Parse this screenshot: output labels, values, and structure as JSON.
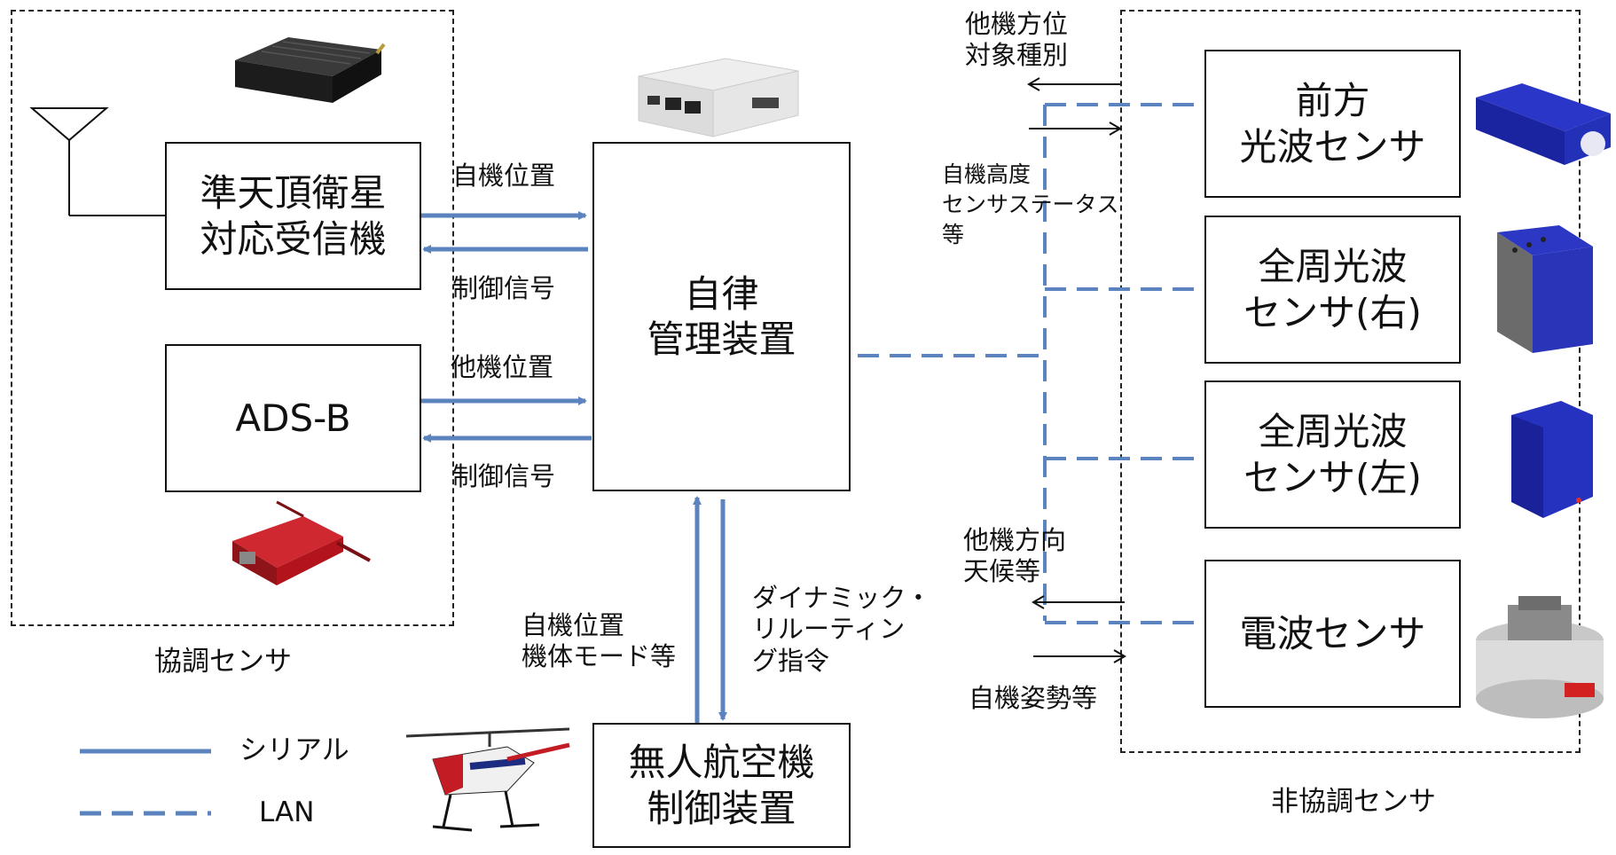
{
  "groups": {
    "cooperative_label": "協調センサ",
    "noncooperative_label": "非協調センサ"
  },
  "boxes": {
    "qzss_receiver": [
      "準天頂衛星",
      "対応受信機"
    ],
    "ads_b": [
      "ADS-B"
    ],
    "autonomous_manager": [
      "自律",
      "管理装置"
    ],
    "uav_controller": [
      "無人航空機",
      "制御装置"
    ],
    "front_optical": [
      "前方",
      "光波センサ"
    ],
    "omni_optical_right": [
      "全周光波",
      "センサ(右)"
    ],
    "omni_optical_left": [
      "全周光波",
      "センサ(左)"
    ],
    "radio_sensor": [
      "電波センサ"
    ]
  },
  "labels": {
    "own_position_1": "自機位置",
    "control_signal_1": "制御信号",
    "other_position": "他機位置",
    "control_signal_2": "制御信号",
    "own_pos_mode": [
      "自機位置",
      "機体モード等"
    ],
    "rerouting": [
      "ダイナミック・",
      "リルーティン",
      "グ指令"
    ],
    "other_bearing_type": [
      "他機方位",
      "対象種別"
    ],
    "altitude_status": [
      "自機高度",
      "センサステータス",
      "等"
    ],
    "other_heading_weather": [
      "他機方向",
      "天候等"
    ],
    "own_attitude": "自機姿勢等"
  },
  "legend": {
    "serial": "シリアル",
    "lan": "LAN"
  },
  "colors": {
    "link": "#5b83be",
    "text": "#111111"
  }
}
